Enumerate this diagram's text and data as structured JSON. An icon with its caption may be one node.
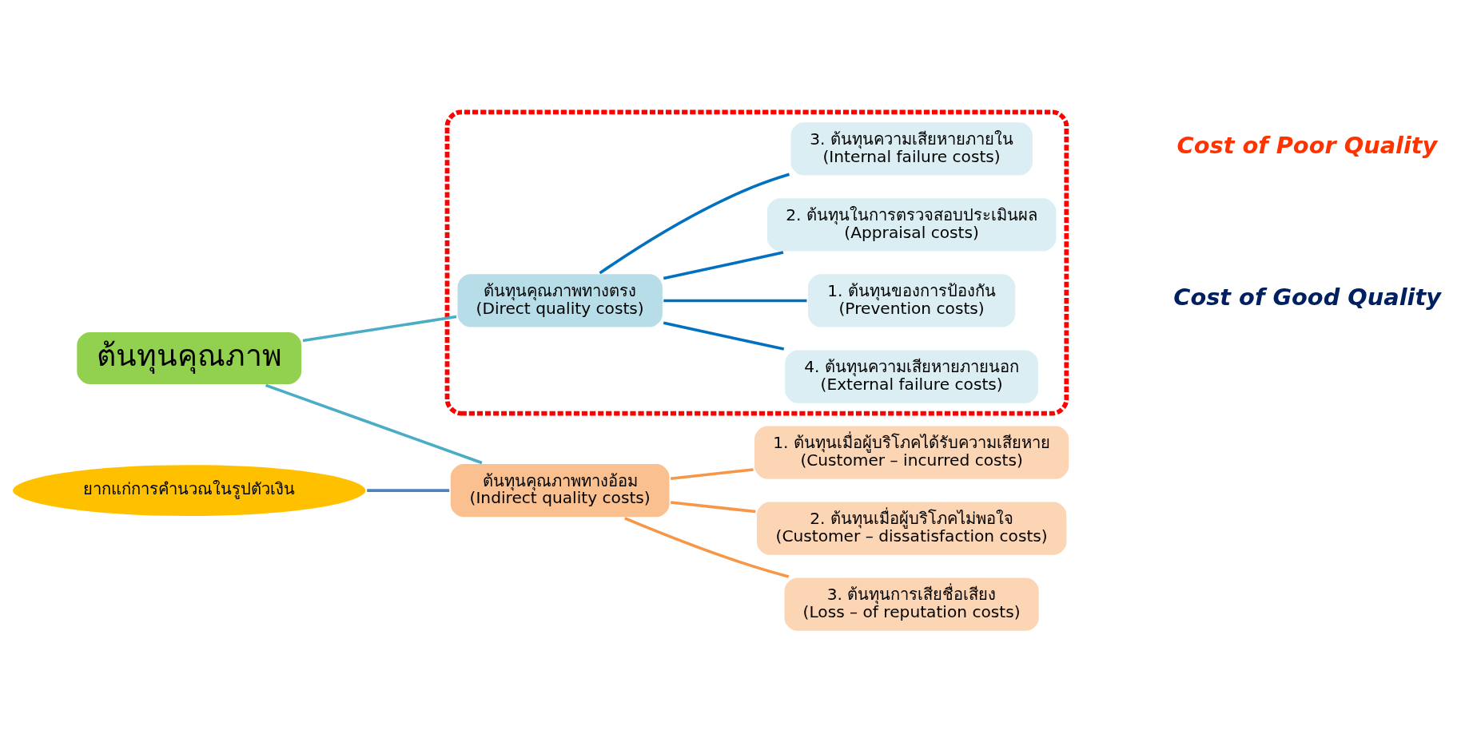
{
  "diagram": {
    "nodes": [
      {
        "text": [
          "ต้นทุนคุณภาพ"
        ]
      },
      {
        "text": [],
        "shape": "box"
      },
      {
        "text": [
          "ต้นทุนคุณภาพทางตรง",
          "(Direct quality costs)"
        ],
        "in": 1
      },
      {
        "text": [
          "1. ต้นทุนของการป้องกัน",
          "(Prevention costs)"
        ],
        "in": 1
      },
      {
        "text": [
          "2. ต้นทุนในการตรวจสอบประเมินผล",
          "(Appraisal costs)"
        ],
        "in": 1
      },
      {
        "text": [
          "3. ต้นทุนความเสียหายภายใน",
          "(Internal failure costs)"
        ],
        "in": 1
      },
      {
        "text": [
          "4. ต้นทุนความเสียหายภายนอก",
          "(External failure costs)"
        ],
        "in": 1
      },
      {
        "text": [
          "ต้นทุนคุณภาพทางอ้อม",
          "(Indirect quality costs)"
        ]
      },
      {
        "text": [
          "1. ต้นทุนเมื่อผู้บริโภคได้รับความเสียหาย",
          "(Customer – incurred costs)"
        ]
      },
      {
        "text": [
          "2. ต้นทุนเมื่อผู้บริโภคไม่พอใจ",
          "(Customer – dissatisfaction costs)"
        ]
      },
      {
        "text": [
          "3. ต้นทุนการเสียชื่อเสียง",
          "(Loss – of reputation costs)"
        ]
      },
      {
        "text": [
          "ยากแก่การคำนวณในรูปตัวเงิน"
        ]
      }
    ],
    "edges": [
      {
        "from": 0,
        "to": 2,
        "arrow": "none",
        "color": "#4bacc6"
      },
      {
        "from": 0,
        "to": 7,
        "arrow": "none",
        "color": "#4bacc6"
      },
      {
        "from": 2,
        "to": 3,
        "arrow": "none"
      },
      {
        "from": 2,
        "to": 4,
        "arrow": "none"
      },
      {
        "from": 2,
        "to": 5,
        "arrow": "none"
      },
      {
        "from": 2,
        "to": 6,
        "arrow": "none"
      },
      {
        "from": 7,
        "to": 8,
        "arrow": "none",
        "color": "#f79646"
      },
      {
        "from": 7,
        "to": 9,
        "arrow": "none",
        "color": "#f79646"
      },
      {
        "from": 7,
        "to": 10,
        "arrow": "none",
        "color": "#f79646"
      },
      {
        "from": 11,
        "to": 7,
        "arrow": "none",
        "color": "#4f81bd"
      }
    ],
    "labels": [
      "Cost of Good Quality",
      "Cost of Poor Quality"
    ]
  }
}
